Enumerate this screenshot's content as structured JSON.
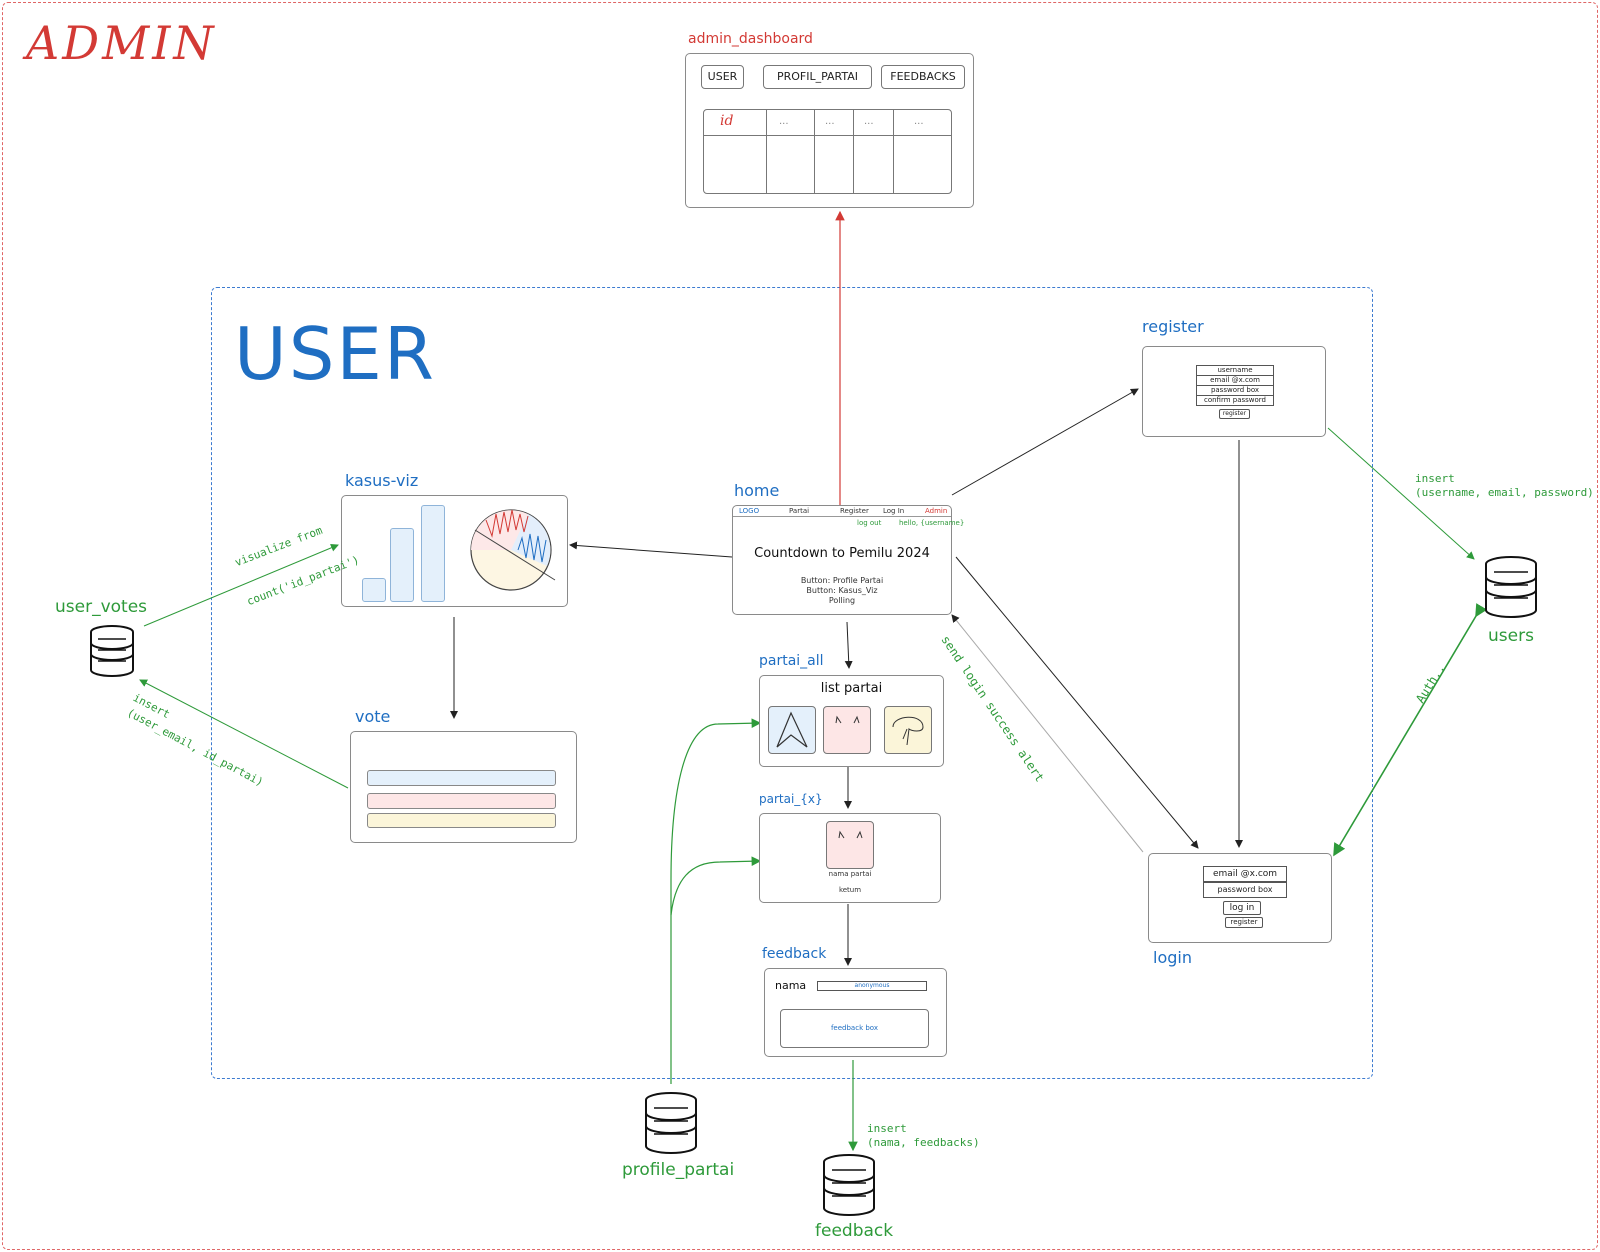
{
  "admin": {
    "title": "ADMIN"
  },
  "user": {
    "title": "USER"
  },
  "admin_dashboard": {
    "label": "admin_dashboard",
    "tabs": [
      "USER",
      "PROFIL_PARTAI",
      "FEEDBACKS"
    ],
    "table_header": [
      "id",
      "...",
      "...",
      "...",
      "..."
    ]
  },
  "home": {
    "label": "home",
    "nav": [
      "LOGO",
      "Partai",
      "Register",
      "Log In",
      "Admin"
    ],
    "nav_sub": {
      "log_out": "log out",
      "hello": "hello, {username}"
    },
    "headline": "Countdown to Pemilu 2024",
    "lines": [
      "Button: Profile Partai",
      "Button: Kasus_Viz",
      "Polling"
    ]
  },
  "kasus_viz": {
    "label": "kasus-viz"
  },
  "vote": {
    "label": "vote"
  },
  "partai_all": {
    "label": "partai_all",
    "title": "list partai"
  },
  "partai_x": {
    "label": "partai_{x}",
    "name": "nama partai",
    "ketum": "ketum"
  },
  "feedback_form": {
    "label": "feedback",
    "nama": "nama",
    "nama_value": "anonymous",
    "box": "feedback box"
  },
  "register": {
    "label": "register",
    "fields": [
      "username",
      "email @x.com",
      "password box",
      "confirm password"
    ],
    "button": "register"
  },
  "login": {
    "label": "login",
    "fields": [
      "email @x.com",
      "password box"
    ],
    "login_button": "log in",
    "register_button": "register"
  },
  "databases": {
    "user_votes": "user_votes",
    "users": "users",
    "profile_partai": "profile_partai",
    "feedback": "feedback"
  },
  "annotations": {
    "visualize_1": "visualize from",
    "visualize_2": "count('id_partai')",
    "insert_votes_1": "insert",
    "insert_votes_2": "(user_email, id_partai)",
    "insert_users_1": "insert",
    "insert_users_2": "(username, email, password)",
    "auth": "Auth..",
    "login_alert": "send login success alert",
    "insert_feedback_1": "insert",
    "insert_feedback_2": "(nama, feedbacks)"
  },
  "colors": {
    "admin": "#d33a35",
    "user": "#1f6ec2",
    "db_flow": "#2e9a3a"
  }
}
